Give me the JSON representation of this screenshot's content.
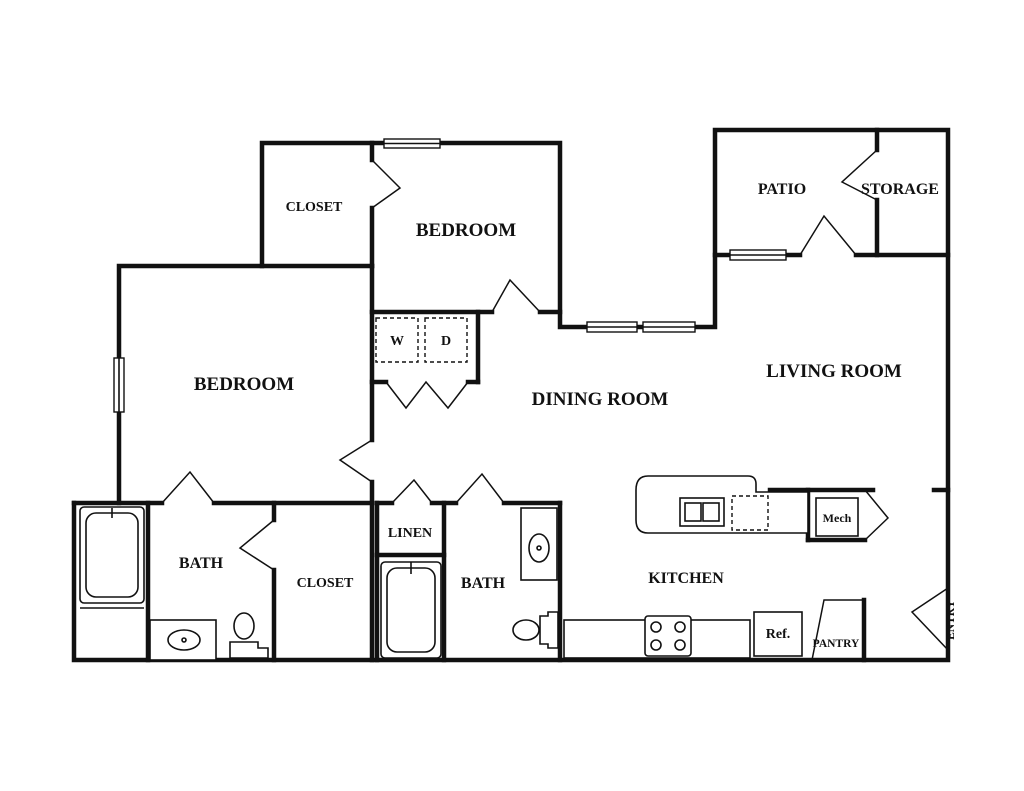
{
  "rooms": {
    "bedroom_top": "BEDROOM",
    "closet_top": "CLOSET",
    "bedroom_left": "BEDROOM",
    "patio": "PATIO",
    "storage": "STORAGE",
    "living_room": "LIVING ROOM",
    "dining_room": "DINING ROOM",
    "bath_left": "BATH",
    "closet_bottom": "CLOSET",
    "linen": "LINEN",
    "bath_center": "BATH",
    "kitchen": "KITCHEN",
    "pantry": "PANTRY",
    "entry": "ENTRY"
  },
  "appliances": {
    "washer": "W",
    "dryer": "D",
    "mech": "Mech",
    "refrigerator": "Ref."
  }
}
